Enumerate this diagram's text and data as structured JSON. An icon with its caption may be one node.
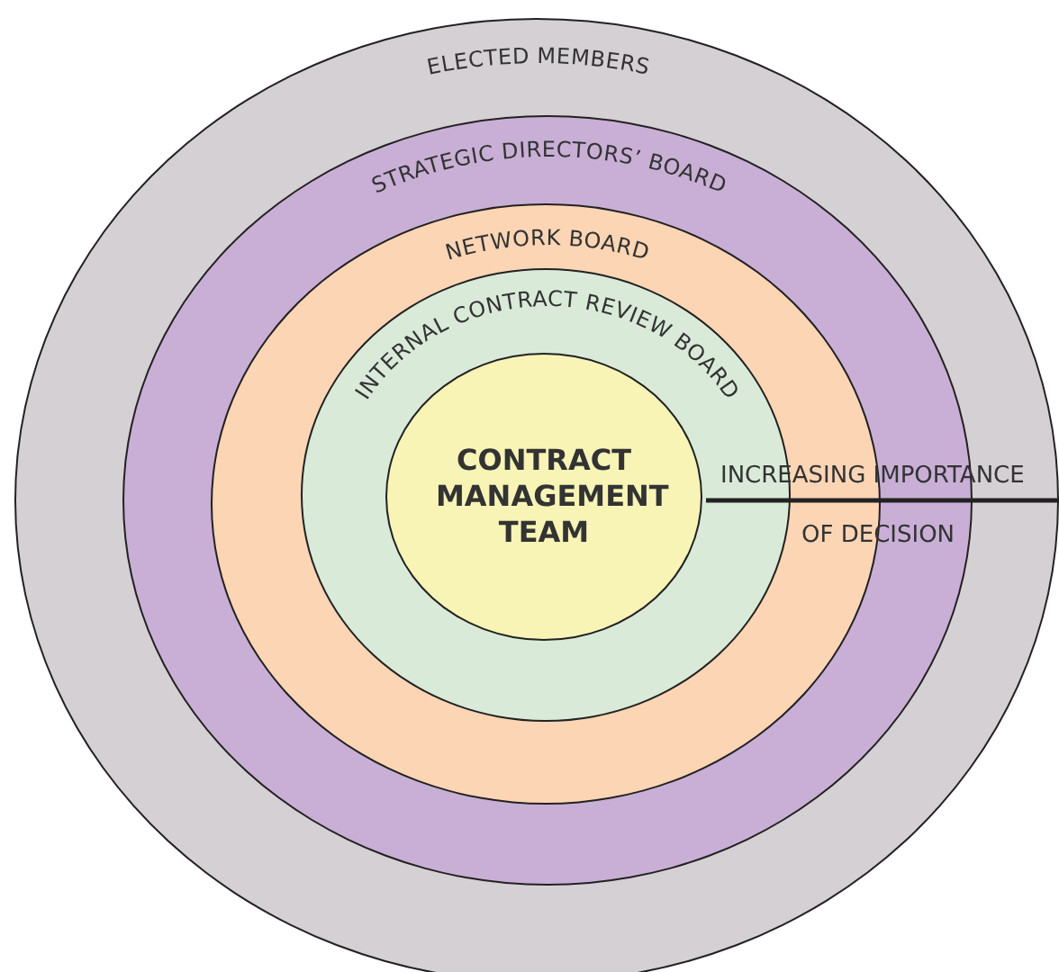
{
  "diagram": {
    "nodes": [
      {
        "text": [
          "ELECTED MEMBERS"
        ]
      },
      {
        "text": [
          "STRATEGIC DIRECTORS’ BOARD"
        ],
        "in": 0
      },
      {
        "text": [
          "NETWORK BOARD"
        ],
        "in": 1
      },
      {
        "text": [
          "INTERNAL CONTRACT REVIEW BOARD"
        ],
        "in": 2
      },
      {
        "text": [
          "CONTRACT MANAGEMENT TEAM"
        ],
        "in": 3
      }
    ],
    "edges": [],
    "labels": [
      "INCREASING IMPORTANCE",
      "OF DECISION"
    ]
  }
}
